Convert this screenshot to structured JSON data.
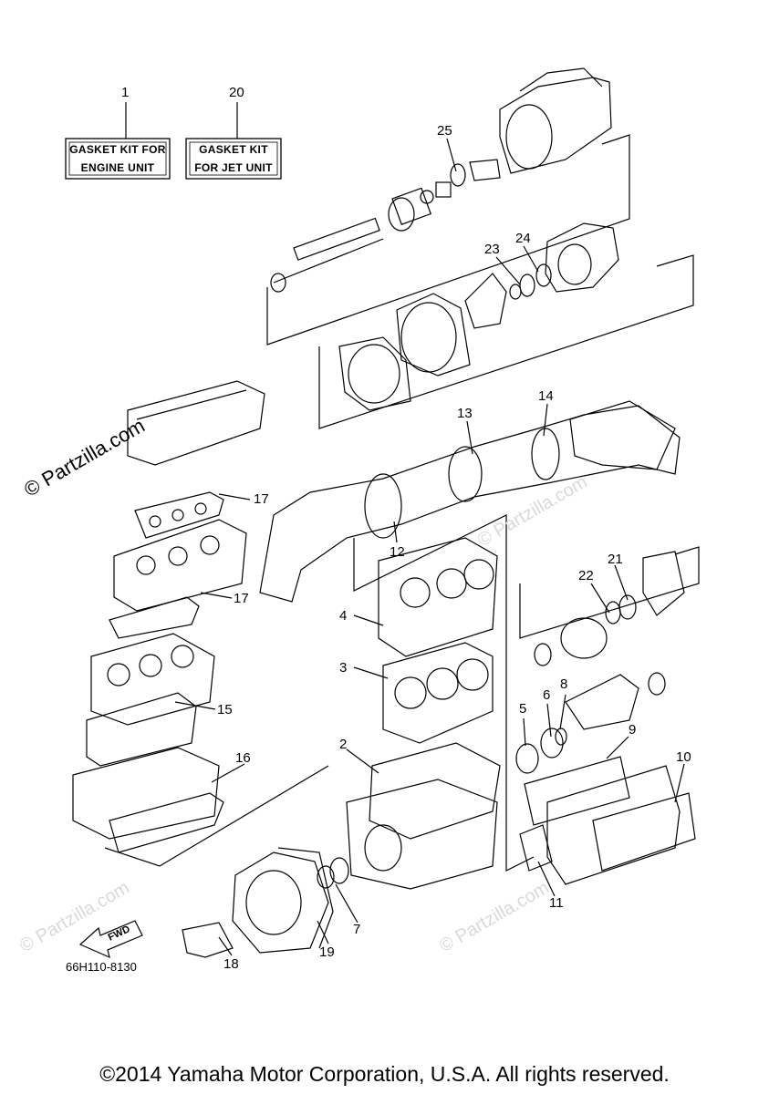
{
  "kits": [
    {
      "callout": "1",
      "line1": "GASKET KIT FOR",
      "line2": "ENGINE UNIT"
    },
    {
      "callout": "20",
      "line1": "GASKET KIT",
      "line2": "FOR JET UNIT"
    }
  ],
  "callouts": [
    "25",
    "23",
    "24",
    "13",
    "14",
    "17",
    "12",
    "21",
    "22",
    "17",
    "4",
    "3",
    "15",
    "5",
    "6",
    "8",
    "9",
    "2",
    "16",
    "10",
    "11",
    "7",
    "19",
    "18"
  ],
  "fwd_label": "FWD",
  "part_number": "66H110-8130",
  "watermarks": {
    "main": "© Partzilla.com",
    "faint": "© Partzilla.com"
  },
  "copyright": "©2014 Yamaha Motor Corporation, U.S.A. All rights reserved."
}
